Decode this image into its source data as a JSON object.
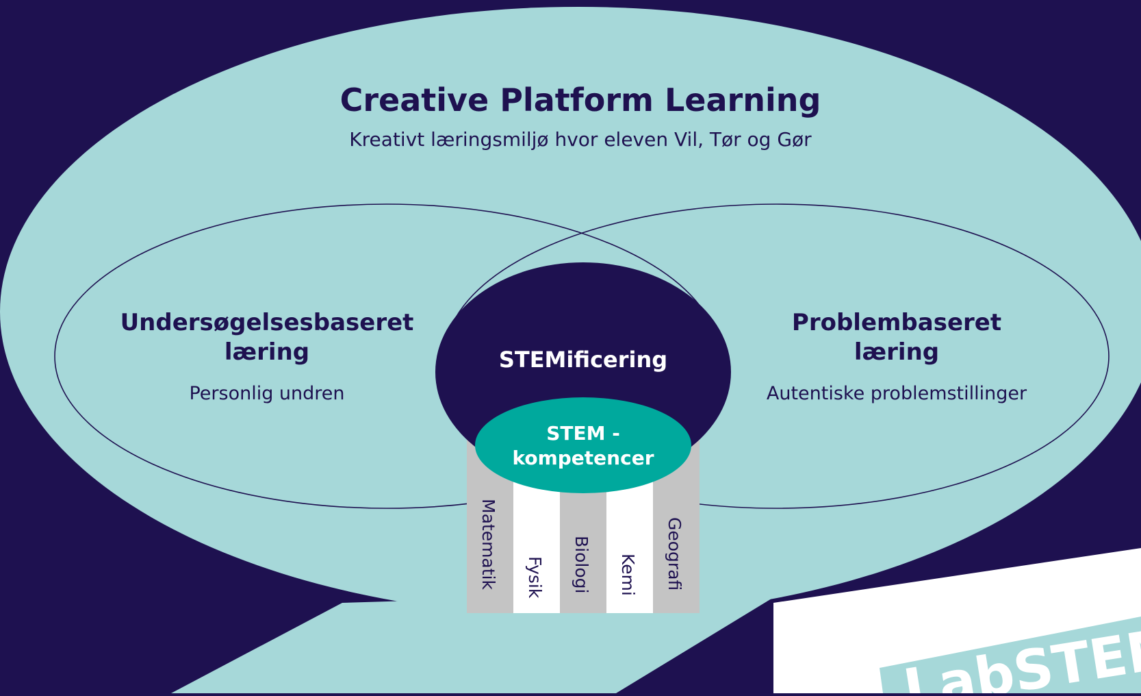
{
  "title": "Creative Platform Learning",
  "subtitle": "Kreativt læringsmiljø hvor eleven Vil, Tør og Gør",
  "left_circle": {
    "heading_line1": "Undersøgelsesbaseret",
    "heading_line2": "læring",
    "subtext": "Personlig undren"
  },
  "right_circle": {
    "heading_line1": "Problembaseret",
    "heading_line2": "læring",
    "subtext": "Autentiske problemstillinger"
  },
  "center": {
    "label": "STEMificering"
  },
  "core": {
    "line1": "STEM -",
    "line2": "kompetencer"
  },
  "subjects": [
    "Matematik",
    "Fysik",
    "Biologi",
    "Kemi",
    "Geografi"
  ],
  "badge_text": "LabSTEM",
  "colors": {
    "background": "#1e1150",
    "bubble": "#a6d8d9",
    "navy": "#1e1150",
    "teal": "#00a99d",
    "pillar_gray": "#c4c4c4",
    "pillar_white": "#ffffff"
  }
}
